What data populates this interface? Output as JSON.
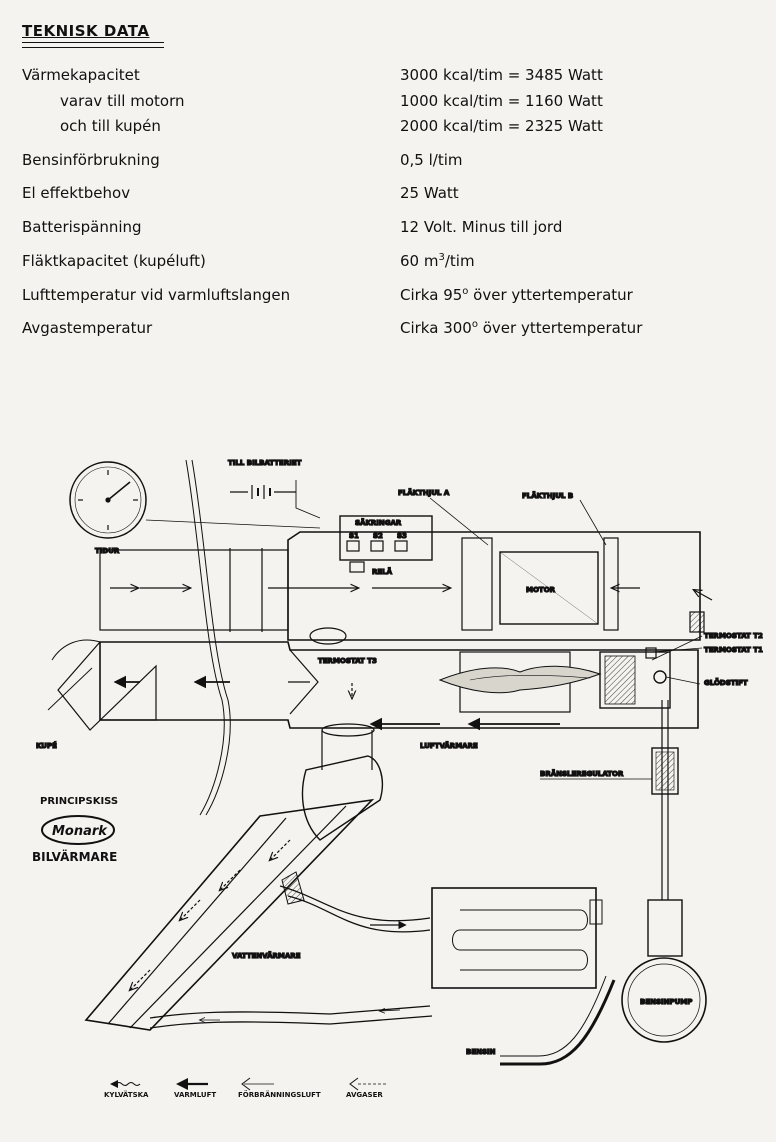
{
  "header": {
    "title": "TEKNISK DATA"
  },
  "specs": [
    {
      "label": "Värmekapacitet",
      "value": "3000 kcal/tim = 3485 Watt"
    },
    {
      "label": "varav till motorn",
      "value": "1000 kcal/tim = 1160 Watt"
    },
    {
      "label": "och till kupén",
      "value": "2000 kcal/tim = 2325 Watt"
    },
    {
      "label": "Bensinförbrukning",
      "value": "0,5 l/tim"
    },
    {
      "label": "El effektbehov",
      "value": "25 Watt"
    },
    {
      "label": "Batterispänning",
      "value": "12 Volt. Minus till jord"
    },
    {
      "label": "Fläktkapacitet (kupéluft)",
      "value_pre": "60 m",
      "value_sup": "3",
      "value_post": "/tim"
    },
    {
      "label": "Lufttemperatur vid varmluftslangen",
      "value_pre": "Cirka 95",
      "value_sup": "o",
      "value_post": " över yttertemperatur"
    },
    {
      "label": "Avgastemperatur",
      "value_pre": "Cirka 300",
      "value_sup": "o",
      "value_post": " över yttertemperatur"
    }
  ],
  "diagram": {
    "labels": {
      "till_bilbatteriet": "TILL BILBATTERIET",
      "tidur": "TIDUR",
      "sakringar": "SÄKRINGAR",
      "s1": "S1",
      "s2": "S2",
      "s3": "S3",
      "rela": "RELÄ",
      "flakthjul_a": "FLÄKTHJUL A",
      "flakthjul_b": "FLÄKTHJUL B",
      "motor": "MOTOR",
      "termostat_t2": "TERMOSTAT T2",
      "termostat_t1": "TERMOSTAT T1",
      "termostat_t3": "TERMOSTAT T3",
      "glodstift": "GLÖDSTIFT",
      "kupe": "KUPÉ",
      "luftvarmare": "LUFTVÄRMARE",
      "bransleregulator": "BRÄNSLEREGULATOR",
      "vattenvarmare": "VATTENVÄRMARE",
      "bensinpump": "BENSINPUMP",
      "bensin": "BENSIN"
    },
    "logo": {
      "top": "PRINCIPSKISS",
      "brand": "Monark",
      "bottom": "BILVÄRMARE"
    },
    "legend": [
      {
        "label": "KYLVÄTSKA",
        "style": "wavy"
      },
      {
        "label": "VARMLUFT",
        "style": "bold"
      },
      {
        "label": "FÖRBRÄNNINGSLUFT",
        "style": "thin"
      },
      {
        "label": "AVGASER",
        "style": "dashed"
      }
    ]
  }
}
